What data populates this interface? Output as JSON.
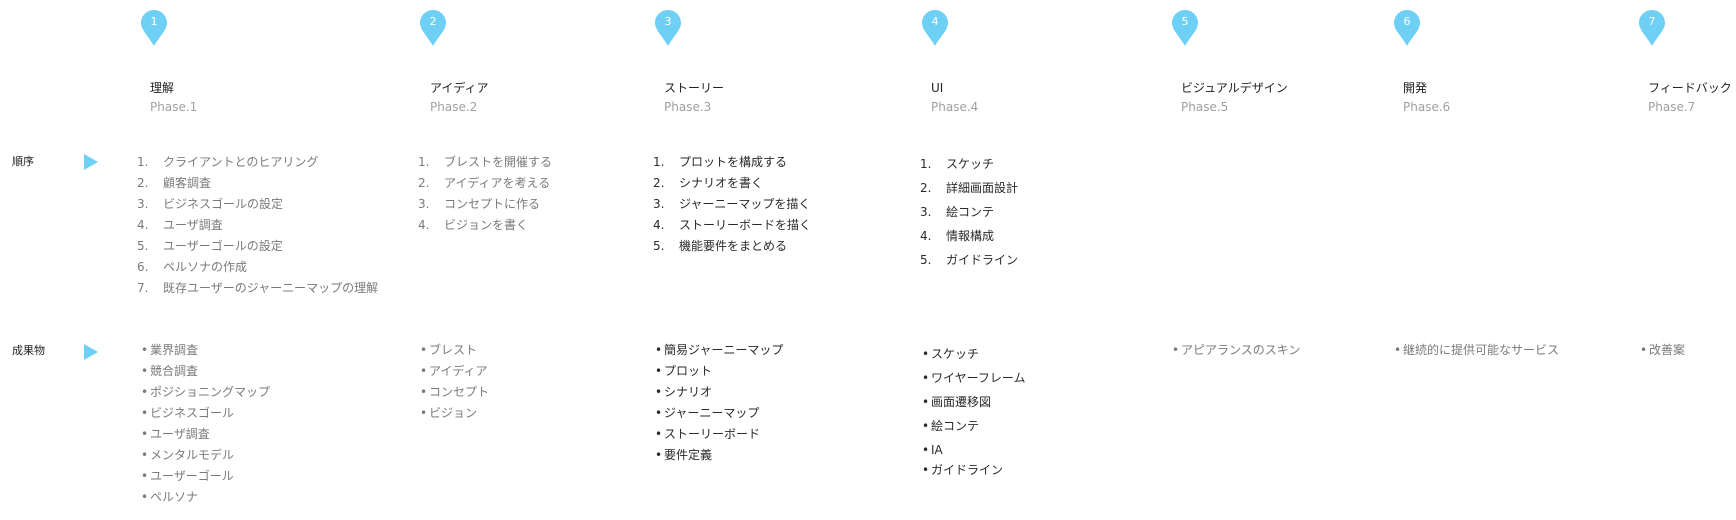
{
  "row_labels": {
    "order": "順序",
    "deliverables": "成果物"
  },
  "accent_color": "#6fd0f6",
  "phases": [
    {
      "num": "1",
      "title": "理解",
      "sub": "Phase.1",
      "steps": [
        "クライアントとのヒアリング",
        "顧客調査",
        "ビジネスゴールの設定",
        "ユーザ調査",
        "ユーザーゴールの設定",
        "ペルソナの作成",
        "既存ユーザーのジャーニーマップの理解"
      ],
      "deliverables": [
        "業界調査",
        "競合調査",
        "ポジショニングマップ",
        "ビジネスゴール",
        "ユーザ調査",
        "メンタルモデル",
        "ユーザーゴール",
        "ペルソナ"
      ]
    },
    {
      "num": "2",
      "title": "アイディア",
      "sub": "Phase.2",
      "steps": [
        "ブレストを開催する",
        "アイディアを考える",
        "コンセプトに作る",
        "ビジョンを書く"
      ],
      "deliverables": [
        "ブレスト",
        "アイディア",
        "コンセプト",
        "ビジョン"
      ]
    },
    {
      "num": "3",
      "title": "ストーリー",
      "sub": "Phase.3",
      "steps": [
        "プロットを構成する",
        "シナリオを書く",
        "ジャーニーマップを描く",
        "ストーリーボードを描く",
        "機能要件をまとめる"
      ],
      "deliverables": [
        "簡易ジャーニーマップ",
        "プロット",
        "シナリオ",
        "ジャーニーマップ",
        "ストーリーボード",
        "要件定義"
      ]
    },
    {
      "num": "4",
      "title": "UI",
      "sub": "Phase.4",
      "steps": [
        "スケッチ",
        "詳細画面設計",
        "絵コンテ",
        "情報構成",
        "ガイドライン"
      ],
      "deliverables": [
        "スケッチ",
        "ワイヤーフレーム",
        "画面遷移図",
        "絵コンテ",
        "IA",
        "ガイドライン"
      ]
    },
    {
      "num": "5",
      "title": "ビジュアルデザイン",
      "sub": "Phase.5",
      "steps": [],
      "deliverables": [
        "アピアランスのスキン"
      ]
    },
    {
      "num": "6",
      "title": "開発",
      "sub": "Phase.6",
      "steps": [],
      "deliverables": [
        "継続的に提供可能なサービス"
      ]
    },
    {
      "num": "7",
      "title": "フィードバック",
      "sub": "Phase.7",
      "steps": [],
      "deliverables": [
        "改善案"
      ]
    }
  ]
}
